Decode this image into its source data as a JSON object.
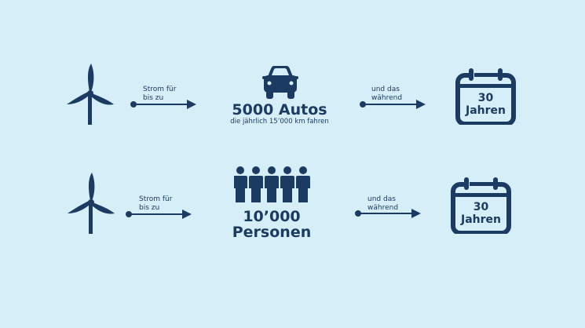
{
  "colors": {
    "background": "#d6eef7",
    "primary": "#1b3b63"
  },
  "rows": [
    {
      "icon_source": "wind-turbine-icon",
      "arrow1_label": [
        "Strom für",
        "bis zu"
      ],
      "equivalent_icon": "car-icon",
      "value": "5000 Autos",
      "value_sub": "die jährlich 15’000 km fahren",
      "arrow2_label": [
        "und das",
        "während"
      ],
      "calendar": [
        "30",
        "Jahren"
      ]
    },
    {
      "icon_source": "wind-turbine-icon",
      "arrow1_label": [
        "Strom für",
        "bis zu"
      ],
      "equivalent_icon": "people-icon",
      "value": "10’000",
      "value_line2": "Personen",
      "arrow2_label": [
        "und das",
        "während"
      ],
      "calendar": [
        "30",
        "Jahren"
      ]
    }
  ]
}
